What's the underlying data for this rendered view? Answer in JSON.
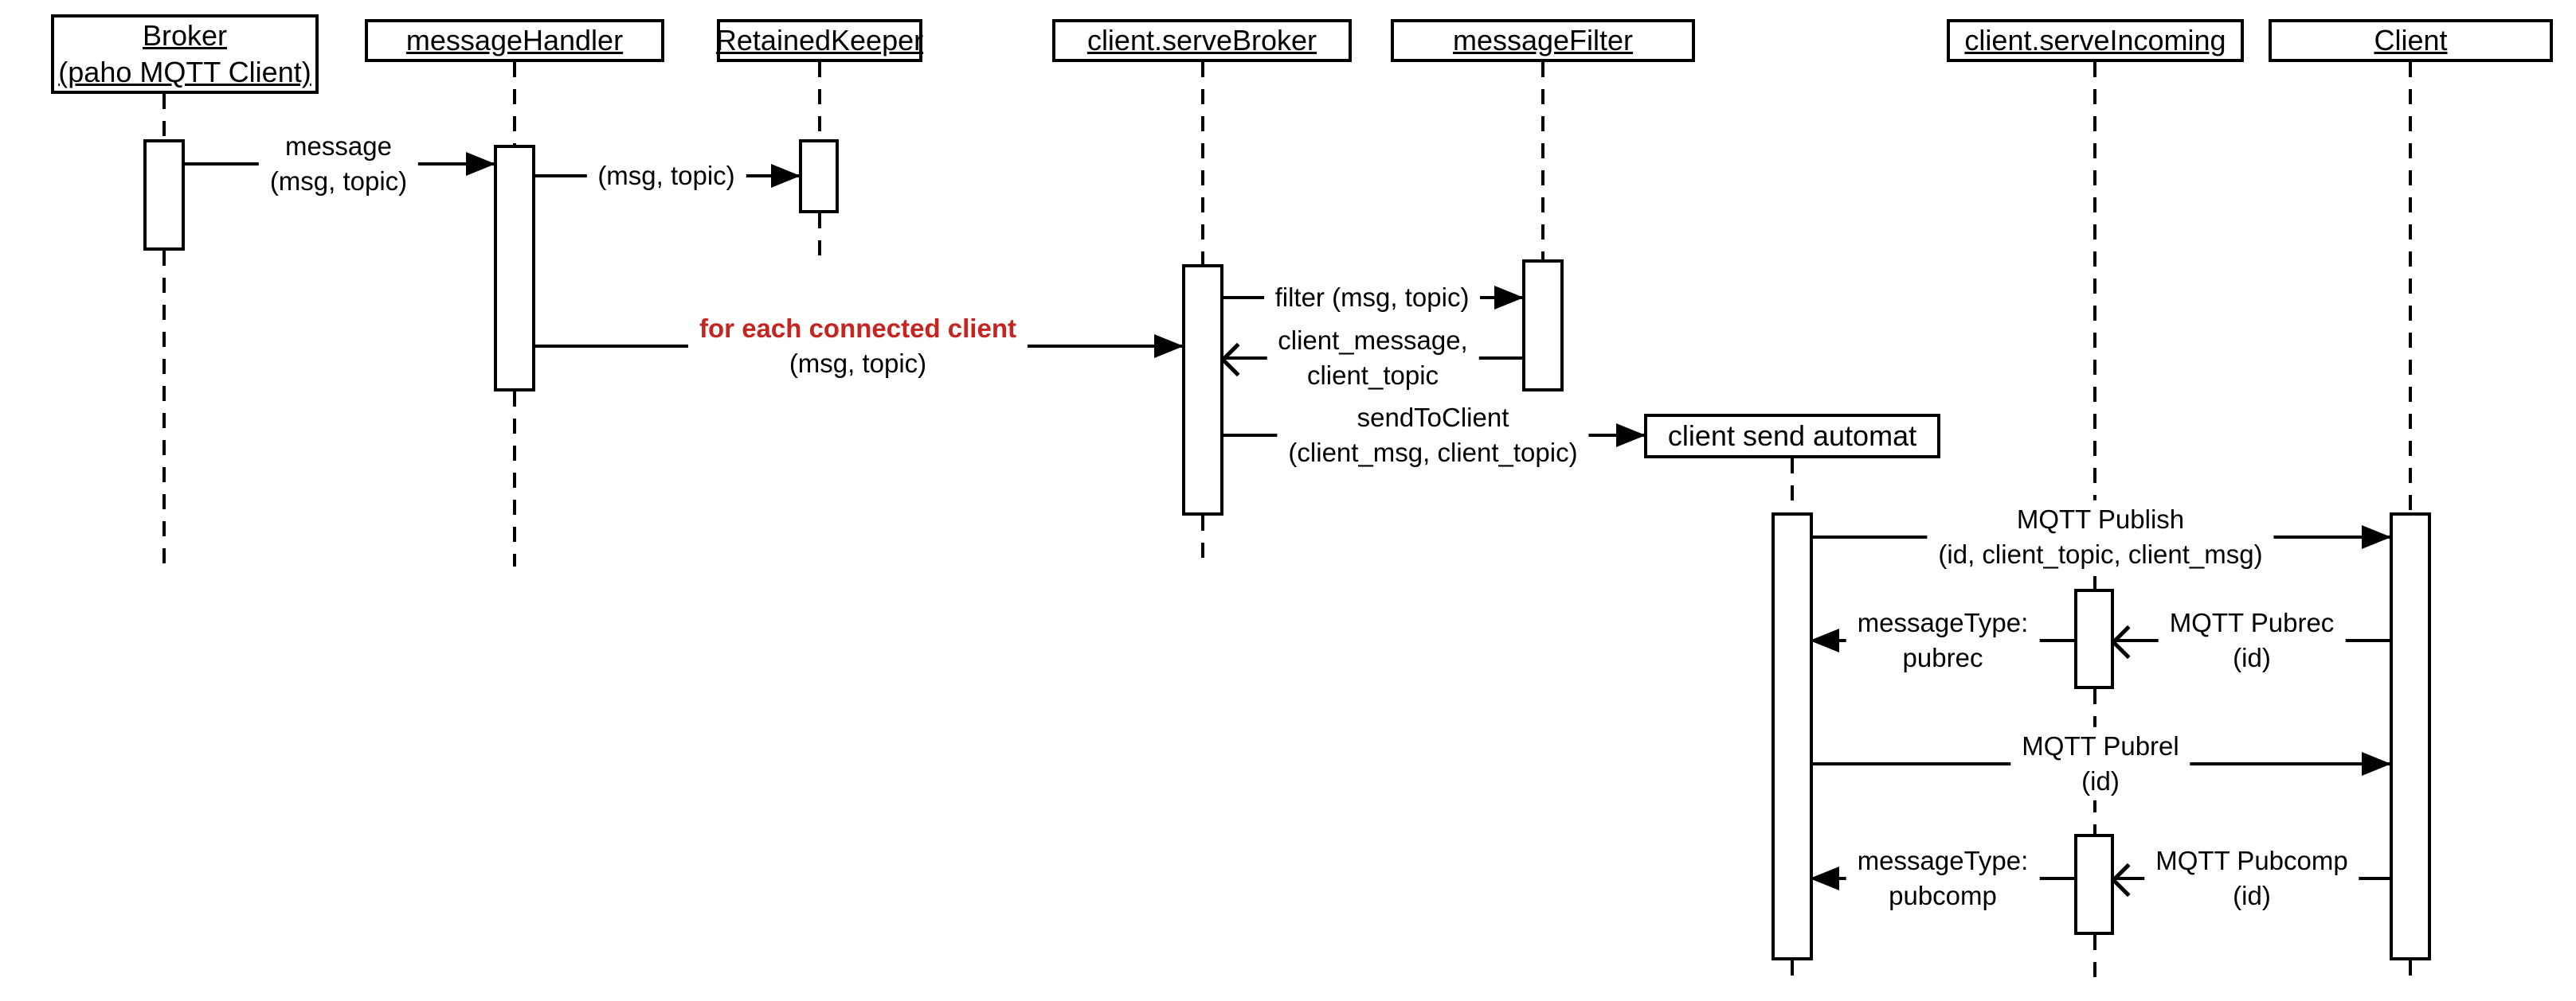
{
  "colors": {
    "line": "#000000",
    "background": "#ffffff",
    "highlight_text": "#c42520"
  },
  "participants": [
    {
      "id": "broker",
      "line1": "Broker",
      "line2": "(paho MQTT Client)"
    },
    {
      "id": "message-handler",
      "line1": "messageHandler"
    },
    {
      "id": "retained-keeper",
      "line1": "RetainedKeeper"
    },
    {
      "id": "client-serve-broker",
      "line1": "client.serveBroker"
    },
    {
      "id": "message-filter",
      "line1": "messageFilter"
    },
    {
      "id": "client-send-automat",
      "line1": "client send automat"
    },
    {
      "id": "client-serve-incoming",
      "line1": "client.serveIncoming"
    },
    {
      "id": "client",
      "line1": "Client"
    }
  ],
  "messages": [
    {
      "from": "broker",
      "to": "message-handler",
      "arrow": "filled-right",
      "line1": "message",
      "line2": "(msg, topic)"
    },
    {
      "from": "message-handler",
      "to": "retained-keeper",
      "arrow": "filled-right",
      "line1": "(msg, topic)"
    },
    {
      "from": "message-handler",
      "to": "client-serve-broker",
      "arrow": "filled-right",
      "line1": "for each connected client",
      "line2": "(msg, topic)",
      "line1_highlight": true
    },
    {
      "from": "client-serve-broker",
      "to": "message-filter",
      "arrow": "filled-right",
      "line1": "filter (msg, topic)"
    },
    {
      "from": "message-filter",
      "to": "client-serve-broker",
      "arrow": "open-left",
      "line1": "client_message,",
      "line2": "client_topic"
    },
    {
      "from": "client-serve-broker",
      "to": "client-send-automat",
      "arrow": "filled-right",
      "line1": "sendToClient",
      "line2": "(client_msg, client_topic)"
    },
    {
      "from": "client-send-automat",
      "to": "client",
      "arrow": "filled-right",
      "line1": "MQTT Publish",
      "line2": "(id, client_topic, client_msg)"
    },
    {
      "from": "client-serve-incoming",
      "to": "client-send-automat",
      "arrow": "filled-left",
      "line1": "messageType:",
      "line2": "pubrec"
    },
    {
      "from": "client",
      "to": "client-serve-incoming",
      "arrow": "open-left",
      "line1": "MQTT Pubrec",
      "line2": "(id)"
    },
    {
      "from": "client-send-automat",
      "to": "client",
      "arrow": "filled-right",
      "line1": "MQTT Pubrel",
      "line2": "(id)"
    },
    {
      "from": "client-serve-incoming",
      "to": "client-send-automat",
      "arrow": "filled-left",
      "line1": "messageType:",
      "line2": "pubcomp"
    },
    {
      "from": "client",
      "to": "client-serve-incoming",
      "arrow": "open-left",
      "line1": "MQTT Pubcomp",
      "line2": "(id)"
    }
  ]
}
